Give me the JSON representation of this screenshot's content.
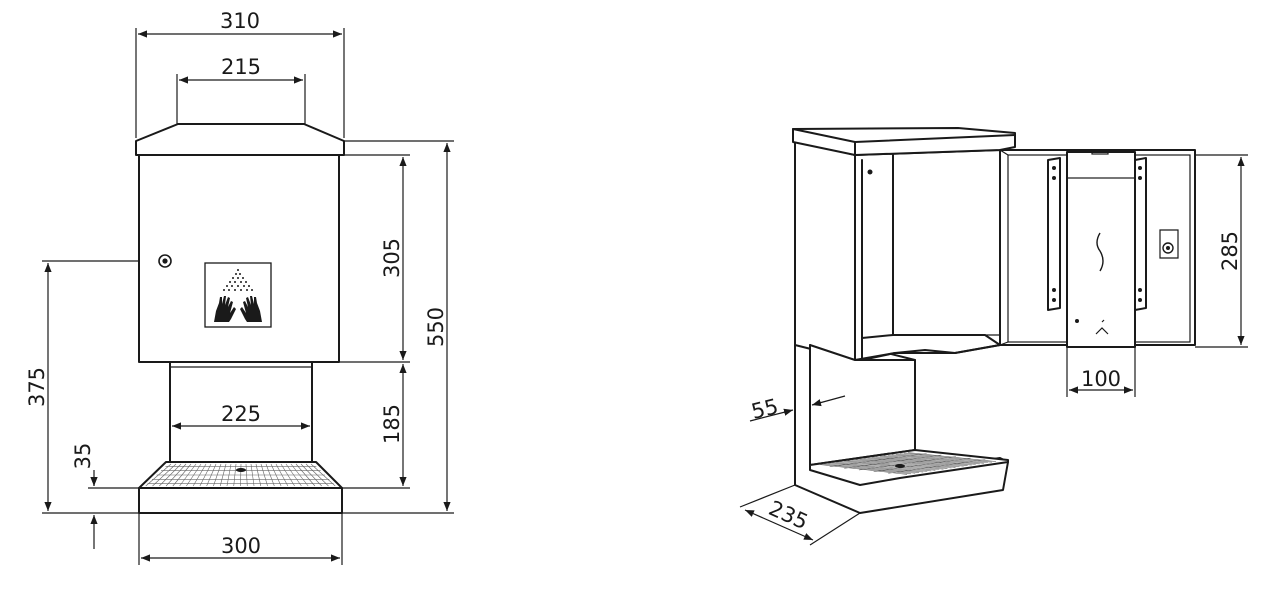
{
  "front_view": {
    "dims": {
      "top_width": "310",
      "roof_width": "215",
      "cabinet_height": "305",
      "total_height": "550",
      "dispenser_height": "375",
      "column_width": "225",
      "column_height": "185",
      "tray_height": "35",
      "base_width": "300"
    }
  },
  "iso_view": {
    "dims": {
      "wall_thickness": "55",
      "base_depth": "235",
      "dispenser_height": "285",
      "dispenser_width": "100"
    }
  },
  "colors": {
    "line": "#1a1a1a",
    "background": "#ffffff"
  },
  "icons": [
    "hand-sanitize-pictogram-icon",
    "lock-icon",
    "sensor-icon",
    "drop-logo-icon"
  ]
}
